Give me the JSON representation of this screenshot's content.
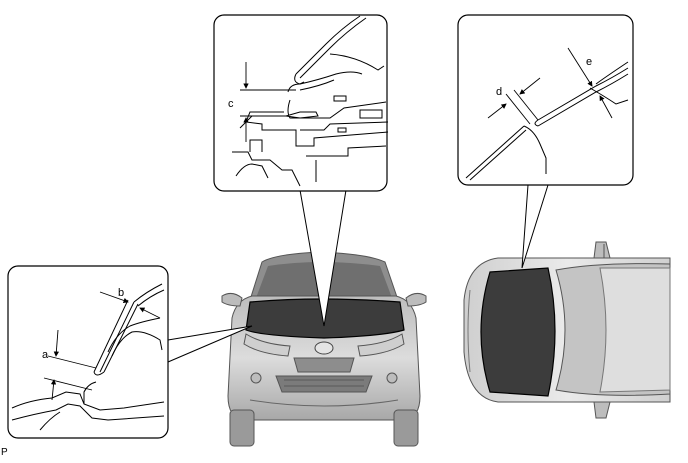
{
  "labels": {
    "a": "a",
    "b": "b",
    "c": "c",
    "d": "d",
    "e": "e"
  },
  "figure_code": "P",
  "colors": {
    "line": "#000000",
    "body_light": "#d2d2d2",
    "body_mid": "#a9a9a9",
    "body_dark": "#6b6b6b",
    "hood_highlight": "#3a3a3a"
  }
}
